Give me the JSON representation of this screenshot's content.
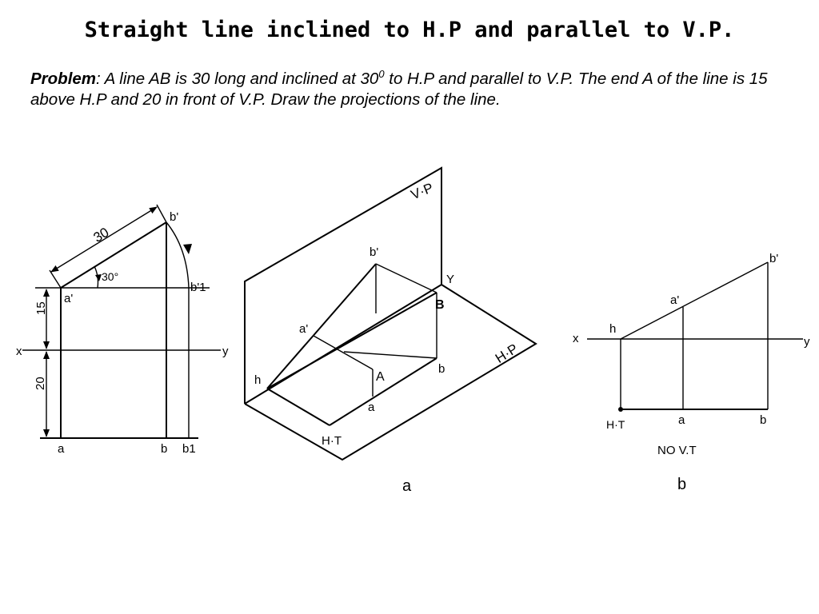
{
  "title": "Straight line inclined to H.P and parallel to V.P.",
  "problem": {
    "label": "Problem",
    "text_before_sup": ": A line AB is 30 long and inclined at 30",
    "sup": "0",
    "text_after_sup": " to H.P and parallel to V.P.  The end A of the line is 15 above H.P and 20 in front of V.P.  Draw the projections of the line."
  },
  "fig_left": {
    "x": "x",
    "y": "y",
    "a_prime": "a'",
    "b_prime": "b'",
    "b1_prime": "b'1",
    "a": "a",
    "b": "b",
    "b1": "b1",
    "len": "30",
    "angle": "30°",
    "dim15": "15",
    "dim20": "20"
  },
  "fig_a": {
    "vp": "V·P",
    "hp": "H·P",
    "y": "Y",
    "b_prime": "b'",
    "a_prime": "a'",
    "B": "B",
    "A": "A",
    "b": "b",
    "a": "a",
    "h": "h",
    "ht": "H·T",
    "caption": "a"
  },
  "fig_b": {
    "x": "x",
    "y": "y",
    "h": "h",
    "a_prime": "a'",
    "b_prime": "b'",
    "ht": "H·T",
    "a": "a",
    "b": "b",
    "note": "NO  V.T",
    "caption": "b"
  }
}
